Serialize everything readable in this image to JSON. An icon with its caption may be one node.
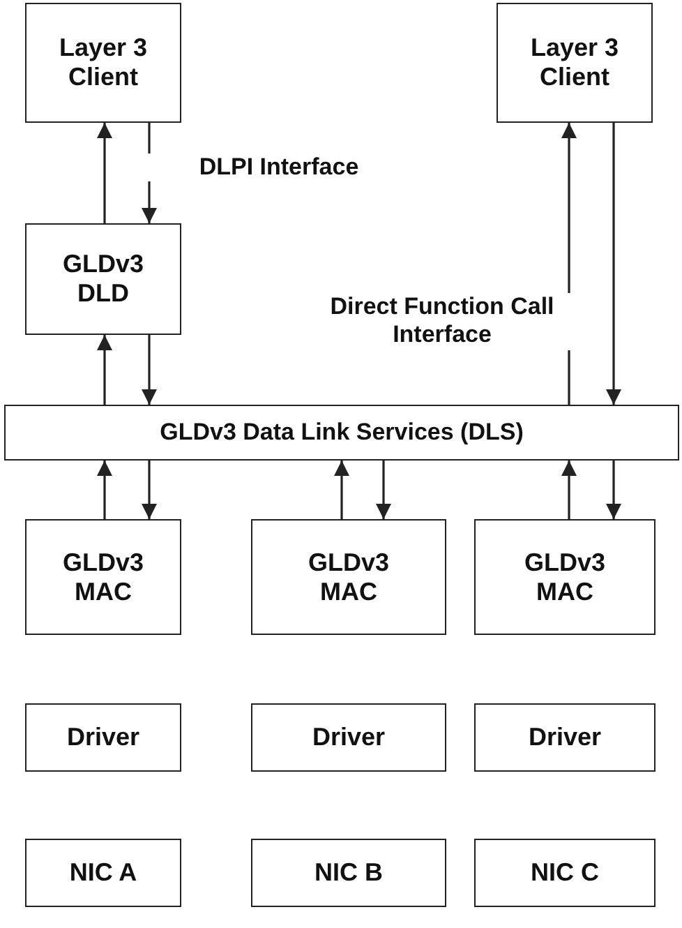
{
  "diagram": {
    "nodes": [
      {
        "text": [
          "Layer 3 Client"
        ]
      },
      {
        "text": [
          "Layer 3 Client"
        ]
      },
      {
        "text": [
          "GLDv3 DLD"
        ]
      },
      {
        "text": [
          "GLDv3 Data Link Services (DLS)"
        ]
      },
      {
        "text": [
          "GLDv3 MAC"
        ]
      },
      {
        "text": [
          "GLDv3 MAC"
        ]
      },
      {
        "text": [
          "GLDv3 MAC"
        ]
      },
      {
        "text": [
          "Driver"
        ]
      },
      {
        "text": [
          "Driver"
        ]
      },
      {
        "text": [
          "Driver"
        ]
      },
      {
        "text": [
          "NIC A"
        ]
      },
      {
        "text": [
          "NIC B"
        ]
      },
      {
        "text": [
          "NIC C"
        ]
      }
    ],
    "edges": [
      {
        "from": 2,
        "to": 0,
        "arrow": "to"
      },
      {
        "from": 0,
        "to": 2,
        "arrow": "to"
      },
      {
        "from": 3,
        "to": 2,
        "arrow": "to"
      },
      {
        "from": 2,
        "to": 3,
        "arrow": "to"
      },
      {
        "from": 3,
        "to": 1,
        "arrow": "to"
      },
      {
        "from": 1,
        "to": 3,
        "arrow": "to"
      },
      {
        "from": 4,
        "to": 3,
        "arrow": "to"
      },
      {
        "from": 3,
        "to": 4,
        "arrow": "to"
      },
      {
        "from": 5,
        "to": 3,
        "arrow": "to"
      },
      {
        "from": 3,
        "to": 5,
        "arrow": "to"
      },
      {
        "from": 6,
        "to": 3,
        "arrow": "to"
      },
      {
        "from": 3,
        "to": 6,
        "arrow": "to"
      }
    ],
    "labels": [
      "DLPI Interface",
      "Direct Function Call Interface"
    ]
  }
}
